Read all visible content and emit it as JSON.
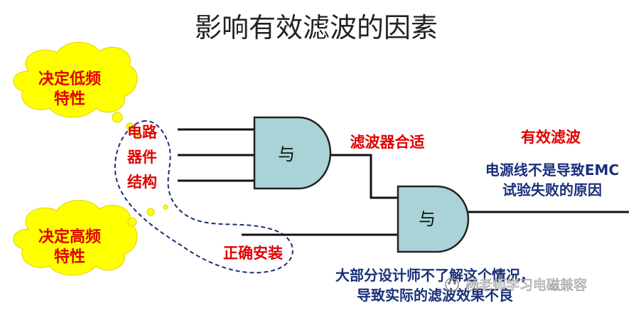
{
  "title": "影响有效滤波的因素",
  "clouds": {
    "low_freq": [
      "决定低频",
      "特性"
    ],
    "high_freq": [
      "决定高频",
      "特性"
    ]
  },
  "left_labels": [
    "电路",
    "器件",
    "结构"
  ],
  "gates": {
    "gate1": "与",
    "gate2": "与"
  },
  "filter_fit": "滤波器合适",
  "effective_filter": "有效滤波",
  "power_line_note": [
    "电源线不是导致EMC",
    "试验失败的原因"
  ],
  "correct_install": "正确安装",
  "designer_note": [
    "大部分设计师不了解这个情况，",
    "导致实际的滤波效果不良"
  ],
  "watermark": "杨老师学习电磁兼容",
  "colors": {
    "red": "#e00000",
    "blue": "#1a2f7a",
    "gate_fill": "#a9d3d6",
    "cloud": "#ffff00",
    "dashed": "#1a2f7a"
  }
}
